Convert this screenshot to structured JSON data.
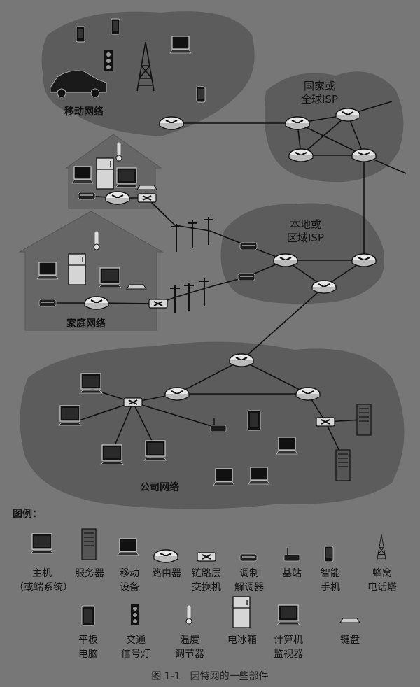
{
  "labels": {
    "mobile_network": "移动网络",
    "national_isp": "国家或\n全球ISP",
    "local_isp": "本地或\n区域ISP",
    "home_network": "家庭网络",
    "corporate_network": "公司网络"
  },
  "legend": {
    "title": "图例：",
    "items": [
      {
        "icon": "host-icon",
        "label": "主机\n（或端系统）"
      },
      {
        "icon": "server-icon",
        "label": "服务器"
      },
      {
        "icon": "mobile-device-icon",
        "label": "移动\n设备"
      },
      {
        "icon": "router-icon",
        "label": "路由器"
      },
      {
        "icon": "link-layer-switch-icon",
        "label": "链路层\n交换机"
      },
      {
        "icon": "modem-icon",
        "label": "调制\n解调器"
      },
      {
        "icon": "base-station-icon",
        "label": "基站"
      },
      {
        "icon": "smartphone-icon",
        "label": "智能\n手机"
      },
      {
        "icon": "cell-tower-icon",
        "label": "蜂窝\n电话塔"
      },
      {
        "icon": "tablet-icon",
        "label": "平板\n电脑"
      },
      {
        "icon": "traffic-light-icon",
        "label": "交通\n信号灯"
      },
      {
        "icon": "thermostat-icon",
        "label": "温度\n调节器"
      },
      {
        "icon": "fridge-icon",
        "label": "电冰箱"
      },
      {
        "icon": "monitor-icon",
        "label": "计算机\n监视器"
      },
      {
        "icon": "keyboard-icon",
        "label": "键盘"
      }
    ]
  },
  "caption": "图 1-1　因特网的一些部件",
  "colors": {
    "background": "#777777",
    "cloud": "#5c5c5c",
    "house": "#666666",
    "device": "#1a1a1a",
    "line": "#111111"
  }
}
